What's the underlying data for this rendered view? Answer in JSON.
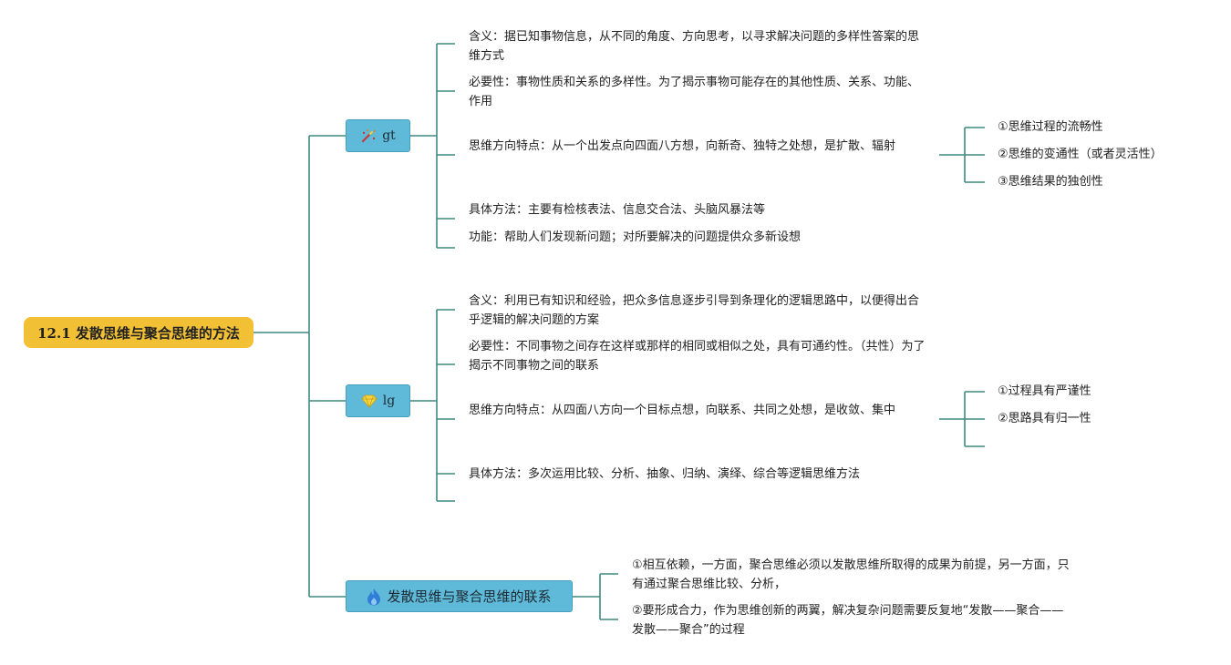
{
  "root": {
    "label": "12.1 发散思维与聚合思维的方法"
  },
  "gt": {
    "label": "gt",
    "icon": "magic-wand-sparkle-icon",
    "items": [
      {
        "text": "含义：据已知事物信息，从不同的角度、方向思考，以寻求解决问题的多样性答案的思维方式"
      },
      {
        "text": "必要性：事物性质和关系的多样性。为了揭示事物可能存在的其他性质、关系、功能、作用"
      },
      {
        "text": "思维方向特点：从一个出发点向四面八方想，向新奇、独特之处想，是扩散、辐射"
      },
      {
        "text": "具体方法：主要有检核表法、信息交合法、头脑风暴法等"
      },
      {
        "text": "功能：帮助人们发现新问题；对所要解决的问题提供众多新设想"
      }
    ],
    "features": [
      "①思维过程的流畅性",
      "②思维的变通性（或者灵活性）",
      "③思维结果的独创性"
    ]
  },
  "lg": {
    "label": "lg",
    "icon": "diamond-icon",
    "items": [
      {
        "text": "含义：利用已有知识和经验，把众多信息逐步引导到条理化的逻辑思路中，以便得出合乎逻辑的解决问题的方案"
      },
      {
        "text": "必要性：不同事物之间存在这样或那样的相同或相似之处，具有可通约性。（共性）为了揭示不同事物之间的联系"
      },
      {
        "text": "思维方向特点：从四面八方向一个目标点想，向联系、共同之处想，是收敛、集中"
      },
      {
        "text": "具体方法：多次运用比较、分析、抽象、归纳、演绎、综合等逻辑思维方法"
      }
    ],
    "features": [
      "①过程具有严谨性",
      "②思路具有归一性"
    ]
  },
  "link": {
    "label": "发散思维与聚合思维的联系",
    "icon": "flame-icon",
    "items": [
      {
        "text": "①相互依赖，一方面，聚合思维必须以发散思维所取得的成果为前提，另一方面，只有通过聚合思维比较、分析，"
      },
      {
        "text": "②要形成合力，作为思维创新的两翼，解决复杂问题需要反复地“发散——聚合——发散——聚合”的过程"
      }
    ]
  },
  "colors": {
    "root": "#f2c035",
    "branch": "#5ebad8",
    "line": "#3f8a80"
  }
}
